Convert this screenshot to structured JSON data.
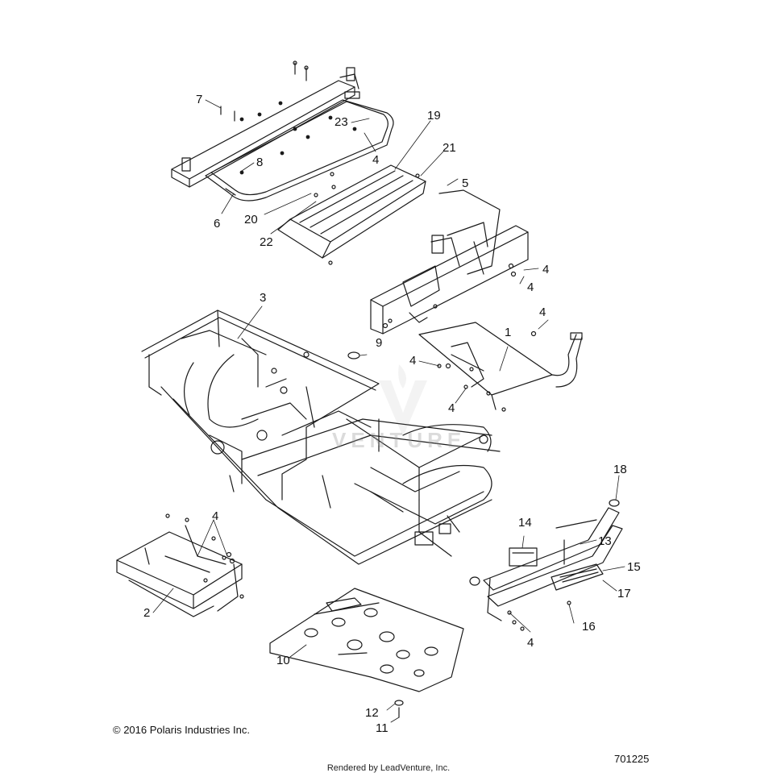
{
  "callouts": {
    "c1": "1",
    "c2": "2",
    "c3": "3",
    "c4a": "4",
    "c4b": "4",
    "c4c": "4",
    "c4d": "4",
    "c4e": "4",
    "c4f": "4",
    "c4g": "4",
    "c4h": "4",
    "c5": "5",
    "c6": "6",
    "c7": "7",
    "c8": "8",
    "c9": "9",
    "c10": "10",
    "c11": "11",
    "c12": "12",
    "c13": "13",
    "c14": "14",
    "c15": "15",
    "c16": "16",
    "c17": "17",
    "c18": "18",
    "c19": "19",
    "c20": "20",
    "c21": "21",
    "c22": "22",
    "c23": "23"
  },
  "footer": {
    "copyright": "© 2016 Polaris Industries Inc.",
    "rendered_by": "Rendered by LeadVenture, Inc.",
    "drawing_number": "701225"
  },
  "watermark": {
    "text": "VENTURE"
  },
  "colors": {
    "line": "#1a1a1a",
    "background": "#ffffff",
    "watermark": "#9a9a9a"
  }
}
